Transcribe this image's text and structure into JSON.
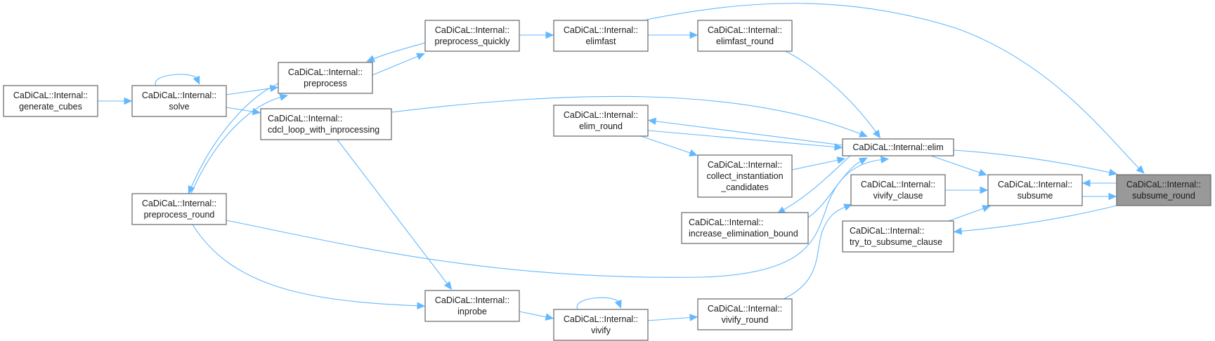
{
  "title": "CaDiCaL::Internal::subsume_round caller graph",
  "colors": {
    "edge": "#63b8ff",
    "node_border": "#666666",
    "current_fill": "#999999"
  },
  "nodes": [
    {
      "id": "generate_cubes",
      "lines": [
        "CaDiCaL::Internal::",
        "generate_cubes"
      ]
    },
    {
      "id": "solve",
      "lines": [
        "CaDiCaL::Internal::",
        "solve"
      ]
    },
    {
      "id": "preprocess",
      "lines": [
        "CaDiCaL::Internal::",
        "preprocess"
      ]
    },
    {
      "id": "cdcl_loop_with_inprocessing",
      "lines": [
        "CaDiCaL::Internal::",
        "cdcl_loop_with_inprocessing"
      ]
    },
    {
      "id": "preprocess_round",
      "lines": [
        "CaDiCaL::Internal::",
        "preprocess_round"
      ]
    },
    {
      "id": "preprocess_quickly",
      "lines": [
        "CaDiCaL::Internal::",
        "preprocess_quickly"
      ]
    },
    {
      "id": "elimfast",
      "lines": [
        "CaDiCaL::Internal::",
        "elimfast"
      ]
    },
    {
      "id": "elimfast_round",
      "lines": [
        "CaDiCaL::Internal::",
        "elimfast_round"
      ]
    },
    {
      "id": "elim_round",
      "lines": [
        "CaDiCaL::Internal::",
        "elim_round"
      ]
    },
    {
      "id": "collect_instantiation_candidates",
      "lines": [
        "CaDiCaL::Internal::",
        "collect_instantiation",
        "_candidates"
      ]
    },
    {
      "id": "increase_elimination_bound",
      "lines": [
        "CaDiCaL::Internal::",
        "increase_elimination_bound"
      ]
    },
    {
      "id": "elim",
      "lines": [
        "CaDiCaL::Internal::elim"
      ]
    },
    {
      "id": "vivify_clause",
      "lines": [
        "CaDiCaL::Internal::",
        "vivify_clause"
      ]
    },
    {
      "id": "try_to_subsume_clause",
      "lines": [
        "CaDiCaL::Internal::",
        "try_to_subsume_clause"
      ]
    },
    {
      "id": "subsume",
      "lines": [
        "CaDiCaL::Internal::",
        "subsume"
      ]
    },
    {
      "id": "subsume_round",
      "lines": [
        "CaDiCaL::Internal::",
        "subsume_round"
      ],
      "current": true
    },
    {
      "id": "inprobe",
      "lines": [
        "CaDiCaL::Internal::",
        "inprobe"
      ]
    },
    {
      "id": "vivify",
      "lines": [
        "CaDiCaL::Internal::",
        "vivify"
      ]
    },
    {
      "id": "vivify_round",
      "lines": [
        "CaDiCaL::Internal::",
        "vivify_round"
      ]
    }
  ],
  "edges": [
    {
      "from": "generate_cubes",
      "to": "solve"
    },
    {
      "from": "solve",
      "to": "solve"
    },
    {
      "from": "solve",
      "to": "preprocess"
    },
    {
      "from": "solve",
      "to": "cdcl_loop_with_inprocessing"
    },
    {
      "from": "preprocess",
      "to": "preprocess_quickly"
    },
    {
      "from": "preprocess_quickly",
      "to": "preprocess"
    },
    {
      "from": "preprocess",
      "to": "preprocess_round"
    },
    {
      "from": "preprocess_round",
      "to": "preprocess"
    },
    {
      "from": "preprocess_quickly",
      "to": "elimfast"
    },
    {
      "from": "elimfast",
      "to": "elimfast_round"
    },
    {
      "from": "elimfast",
      "to": "subsume_round"
    },
    {
      "from": "elimfast_round",
      "to": "elim"
    },
    {
      "from": "cdcl_loop_with_inprocessing",
      "to": "elim"
    },
    {
      "from": "cdcl_loop_with_inprocessing",
      "to": "inprobe"
    },
    {
      "from": "elim",
      "to": "elim_round"
    },
    {
      "from": "elim_round",
      "to": "elim"
    },
    {
      "from": "elim_round",
      "to": "collect_instantiation_candidates"
    },
    {
      "from": "collect_instantiation_candidates",
      "to": "elim"
    },
    {
      "from": "elim",
      "to": "increase_elimination_bound"
    },
    {
      "from": "increase_elimination_bound",
      "to": "elim"
    },
    {
      "from": "preprocess_round",
      "to": "elim"
    },
    {
      "from": "preprocess_round",
      "to": "inprobe"
    },
    {
      "from": "elim",
      "to": "subsume_round"
    },
    {
      "from": "elim",
      "to": "subsume"
    },
    {
      "from": "vivify_clause",
      "to": "subsume"
    },
    {
      "from": "try_to_subsume_clause",
      "to": "subsume"
    },
    {
      "from": "subsume",
      "to": "subsume_round"
    },
    {
      "from": "subsume_round",
      "to": "subsume"
    },
    {
      "from": "subsume_round",
      "to": "try_to_subsume_clause"
    },
    {
      "from": "inprobe",
      "to": "vivify"
    },
    {
      "from": "vivify",
      "to": "vivify"
    },
    {
      "from": "vivify",
      "to": "vivify_round"
    },
    {
      "from": "vivify_round",
      "to": "vivify_clause"
    }
  ]
}
